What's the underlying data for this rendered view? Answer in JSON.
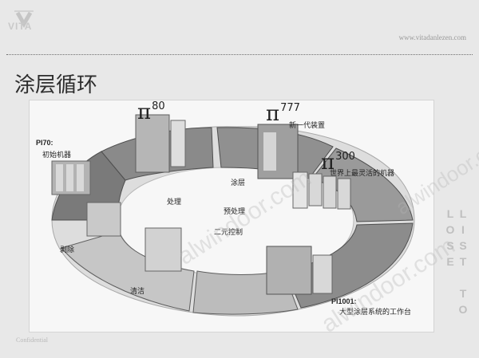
{
  "header": {
    "logo_text": "VITA",
    "site_url": "www.vitadanlezen.com"
  },
  "slide": {
    "title": "涂层循环"
  },
  "diagram": {
    "stations": {
      "pi70": {
        "name": "PI70:",
        "desc": "初始机器"
      },
      "pi80": {
        "symbol": "π",
        "superscript": "80"
      },
      "pi777": {
        "symbol": "π",
        "superscript": "777",
        "desc": "新一代装置"
      },
      "pi300": {
        "symbol": "π",
        "superscript": "300",
        "desc": "世界上最灵活的机器"
      },
      "pi1001": {
        "name": "PI1001:",
        "desc": "大型涂层系统的工作台"
      }
    },
    "steps": {
      "treatment": "处理",
      "coating": "涂层",
      "pretreatment": "预处理",
      "control": "二元控制",
      "stripping": "剥除",
      "cleaning": "清洁"
    }
  },
  "footer": {
    "confidential": "Confidential",
    "side_watermark": "LIST TO LOSE"
  },
  "watermark": {
    "text": "alwindoor.com"
  },
  "colors": {
    "background": "#e8e8e8",
    "ring_dark": "#6f6f6f",
    "ring_mid": "#8d8d8d",
    "ring_light": "#d0d0d0"
  }
}
